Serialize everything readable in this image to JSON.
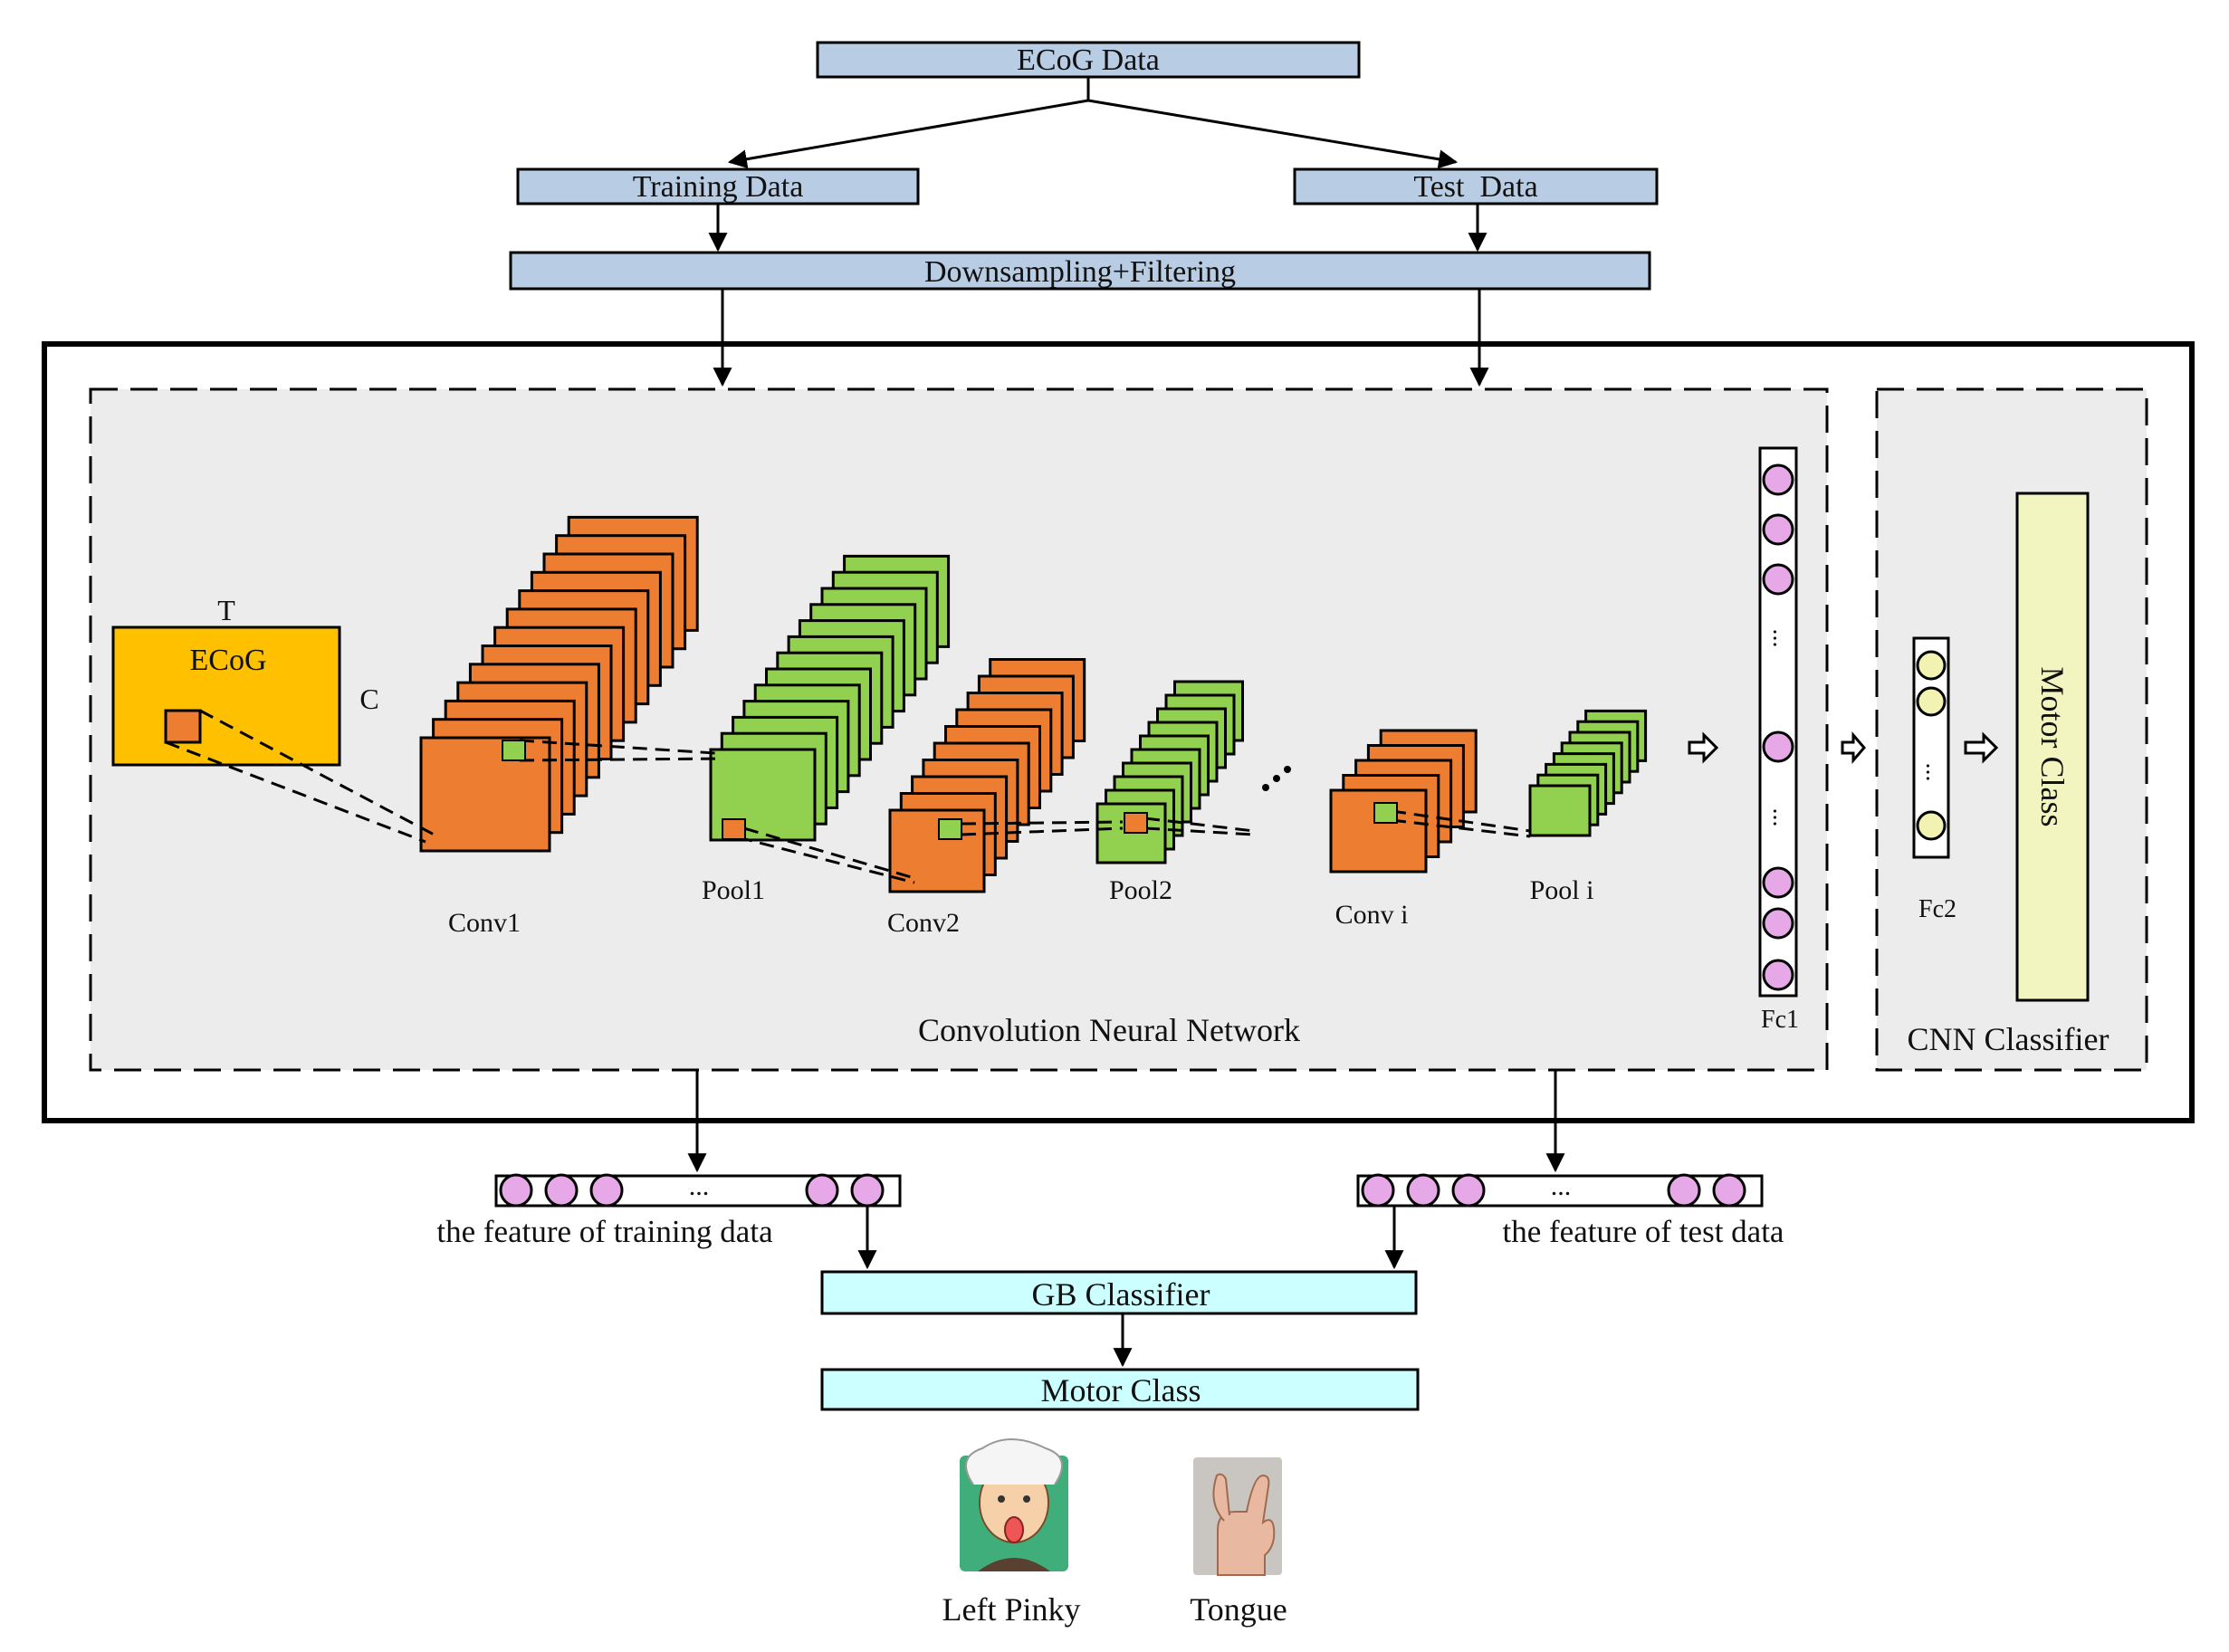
{
  "top": {
    "ecog_data": "ECoG Data",
    "training_data": "Training Data",
    "test_data": "Test  Data",
    "downsampling": "Downsampling+Filtering"
  },
  "cnn": {
    "title": "Convolution Neural Network",
    "input_t": "T",
    "input_c": "C",
    "input_label": "ECoG",
    "layers": {
      "conv1": "Conv1",
      "pool1": "Pool1",
      "conv2": "Conv2",
      "pool2": "Pool2",
      "convi": "Conv i",
      "pooli": "Pool i",
      "fc1": "Fc1"
    },
    "ellipsis": "..."
  },
  "cnn_classifier": {
    "title": "CNN Classifier",
    "fc2": "Fc2",
    "motor_class": "Motor Class"
  },
  "features": {
    "training": "the feature of training data",
    "test": "the feature of test data",
    "ellipsis": "..."
  },
  "gb": {
    "classifier": "GB Classifier",
    "motor_class": "Motor Class"
  },
  "examples": [
    {
      "label": "Left Pinky",
      "icon": "person-tongue-icon"
    },
    {
      "label": "Tongue",
      "icon": "hand-gesture-icon"
    }
  ],
  "colors": {
    "top_box": "#b8cce4",
    "gb_box": "#ccffff",
    "conv": "#ed7d31",
    "pool": "#92d050",
    "input": "#ffc000",
    "fc_node": "#e6a8e6",
    "fc2_node": "#f2f2b3",
    "motor_bar": "#f2f5c0",
    "panel": "#ececec"
  }
}
